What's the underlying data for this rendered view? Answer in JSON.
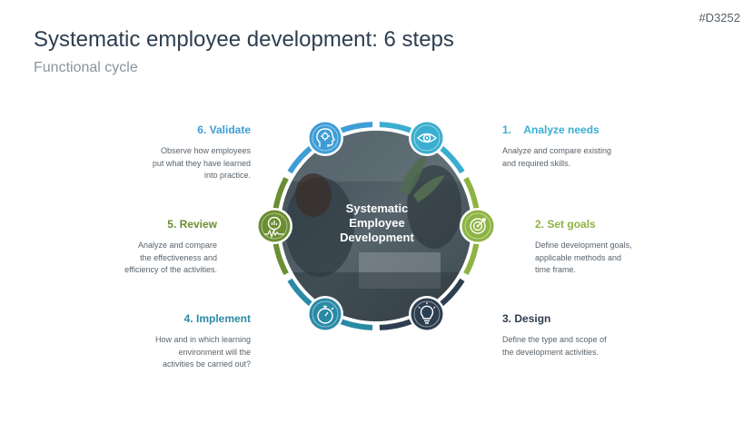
{
  "slide_id": "#D3252",
  "title": "Systematic employee development: 6 steps",
  "subtitle": "Functional cycle",
  "center": {
    "line1": "Systematic",
    "line2": "Employee",
    "line3": "Development"
  },
  "colors": {
    "analyze": "#3aaed0",
    "set_goals": "#8db443",
    "design": "#2d3e50",
    "implement": "#2a8aa6",
    "review": "#6b8e32",
    "validate": "#3f9dd6",
    "center_photo": "#4d5a63"
  },
  "steps": [
    {
      "number": "1.",
      "title": "Analyze needs",
      "lines": [
        "Analyze and compare existing",
        "and required skills."
      ],
      "icon": "eye-icon"
    },
    {
      "number": "2.",
      "title": "Set goals",
      "lines": [
        "Define development goals,",
        "applicable methods and",
        "time frame."
      ],
      "icon": "target-icon"
    },
    {
      "number": "3.",
      "title": "Design",
      "lines": [
        "Define the type and scope of",
        "the development activities."
      ],
      "icon": "lightbulb-icon"
    },
    {
      "number": "4.",
      "title": "Implement",
      "lines": [
        "How and in which learning",
        "environment will the",
        "activities be carried out?"
      ],
      "icon": "stopwatch-icon"
    },
    {
      "number": "5.",
      "title": "Review",
      "lines": [
        "Analyze and compare",
        "the effectiveness and",
        "efficiency of the activities."
      ],
      "icon": "magnifier-chart-icon"
    },
    {
      "number": "6.",
      "title": "Validate",
      "lines": [
        "Observe how employees",
        "put what they have learned",
        "into practice."
      ],
      "icon": "head-gear-icon"
    }
  ]
}
